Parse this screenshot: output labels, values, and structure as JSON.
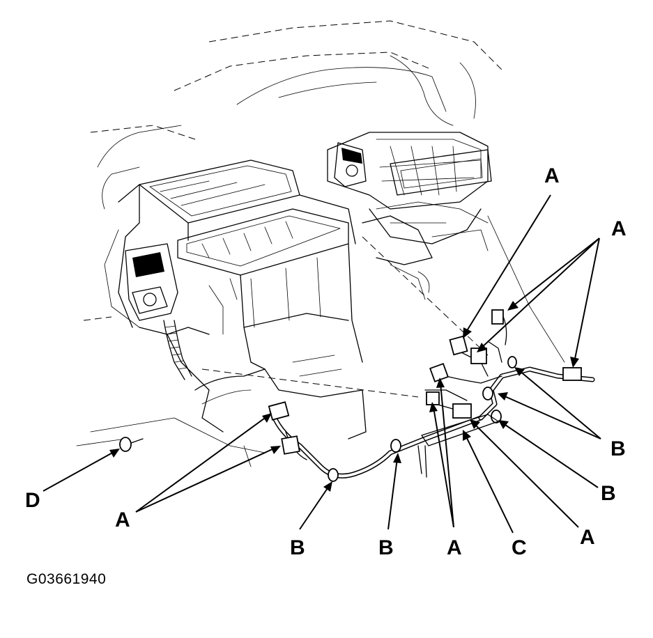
{
  "figure_id": "G03661940",
  "callouts": {
    "a_top": "A",
    "a_upper_right": "A",
    "b_right_1": "B",
    "b_right_2": "B",
    "a_right_low": "A",
    "c_bottom": "C",
    "a_bottom_mid": "A",
    "b_bottom_mid": "B",
    "b_bottom_left": "B",
    "a_left": "A",
    "d_left": "D"
  },
  "colors": {
    "ink": "#000000",
    "paper": "#ffffff"
  }
}
